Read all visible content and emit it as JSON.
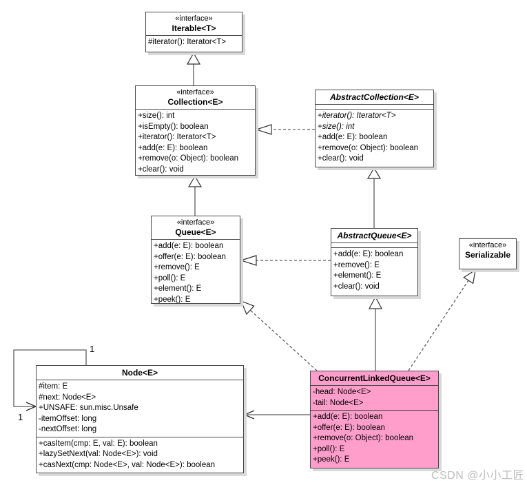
{
  "watermark": "CSDN @小小工匠",
  "colors": {
    "highlight": "#ff9ecb",
    "box_fill": "#ffffff",
    "border": "#474747",
    "shadow": "#d9d9d9",
    "line": "#5c5c5c"
  },
  "multiplicities": {
    "self_top": "1",
    "self_bottom": "1"
  },
  "classes": {
    "iterable": {
      "stereotype": "«interface»",
      "name": "Iterable<T>",
      "methods": [
        "#iterator(): Iterator<T>"
      ]
    },
    "collection": {
      "stereotype": "«interface»",
      "name": "Collection<E>",
      "methods": [
        "+size(): int",
        "+isEmpty(): boolean",
        "+iterator(): Iterator<T>",
        "+add(e: E): boolean",
        "+remove(o: Object): boolean",
        "+clear(): void"
      ]
    },
    "abstract_collection": {
      "name": "AbstractCollection<E>",
      "attributes": [],
      "methods": [
        {
          "text": "+iterator(): Iterator<T>",
          "italic": true
        },
        {
          "text": "+size(): int",
          "italic": true
        },
        {
          "text": "+add(e: E): boolean",
          "italic": false
        },
        {
          "text": "+remove(o: Object): boolean",
          "italic": false
        },
        {
          "text": "+clear(): void",
          "italic": false
        }
      ]
    },
    "queue": {
      "stereotype": "«interface»",
      "name": "Queue<E>",
      "methods": [
        "+add(e: E): boolean",
        "+offer(e: E): boolean",
        "+remove(): E",
        "+poll(): E",
        "+element(): E",
        "+peek(): E"
      ]
    },
    "abstract_queue": {
      "name": "AbstractQueue<E>",
      "attributes": [],
      "methods": [
        "+add(e: E): boolean",
        "+remove(): E",
        "+element(): E",
        "+clear(): void"
      ]
    },
    "serializable": {
      "stereotype": "«interface»",
      "name": "Serializable"
    },
    "node": {
      "name": "Node<E>",
      "attributes": [
        "#item: E",
        "#next: Node<E>",
        "+UNSAFE: sun.misc.Unsafe",
        "-itemOffset: long",
        "-nextOffset: long"
      ],
      "methods": [
        "+casItem(cmp: E, val: E): boolean",
        "+lazySetNext(val: Node<E>): void",
        "+casNext(cmp: Node<E>, val: Node<E>): boolean"
      ]
    },
    "concurrent_linked_queue": {
      "name": "ConcurrentLinkedQueue<E>",
      "attributes": [
        "-head: Node<E>",
        "-tail: Node<E>"
      ],
      "methods": [
        "+add(e: E): boolean",
        "+offer(e: E): boolean",
        "+remove(o: Object): boolean",
        "+poll(): E",
        "+peek(): E"
      ]
    }
  },
  "relationships": [
    {
      "from": "Collection<E>",
      "to": "Iterable<T>",
      "type": "generalization"
    },
    {
      "from": "Queue<E>",
      "to": "Collection<E>",
      "type": "generalization"
    },
    {
      "from": "AbstractCollection<E>",
      "to": "Collection<E>",
      "type": "realization"
    },
    {
      "from": "AbstractQueue<E>",
      "to": "AbstractCollection<E>",
      "type": "generalization"
    },
    {
      "from": "AbstractQueue<E>",
      "to": "Queue<E>",
      "type": "realization"
    },
    {
      "from": "ConcurrentLinkedQueue<E>",
      "to": "AbstractQueue<E>",
      "type": "generalization"
    },
    {
      "from": "ConcurrentLinkedQueue<E>",
      "to": "Queue<E>",
      "type": "realization"
    },
    {
      "from": "ConcurrentLinkedQueue<E>",
      "to": "Serializable",
      "type": "realization"
    },
    {
      "from": "ConcurrentLinkedQueue<E>",
      "to": "Node<E>",
      "type": "association"
    },
    {
      "from": "Node<E>",
      "to": "Node<E>",
      "type": "self-association",
      "multiplicity": "1 .. 1"
    }
  ]
}
